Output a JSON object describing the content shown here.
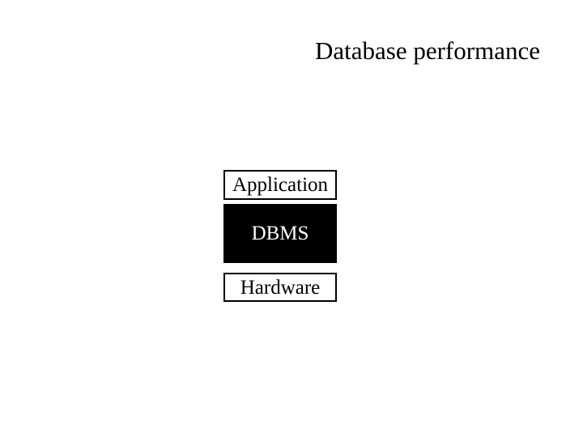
{
  "slide": {
    "title": "Database performance",
    "background_color": "#ffffff",
    "title_color": "#000000"
  },
  "diagram": {
    "type": "layer-stack",
    "layers": [
      {
        "label": "Application",
        "fill": "#ffffff",
        "text_color": "#000000",
        "border_color": "#000000"
      },
      {
        "label": "DBMS",
        "fill": "#000000",
        "text_color": "#ffffff",
        "border_color": "#000000"
      },
      {
        "label": "Hardware",
        "fill": "#ffffff",
        "text_color": "#000000",
        "border_color": "#000000"
      }
    ]
  }
}
